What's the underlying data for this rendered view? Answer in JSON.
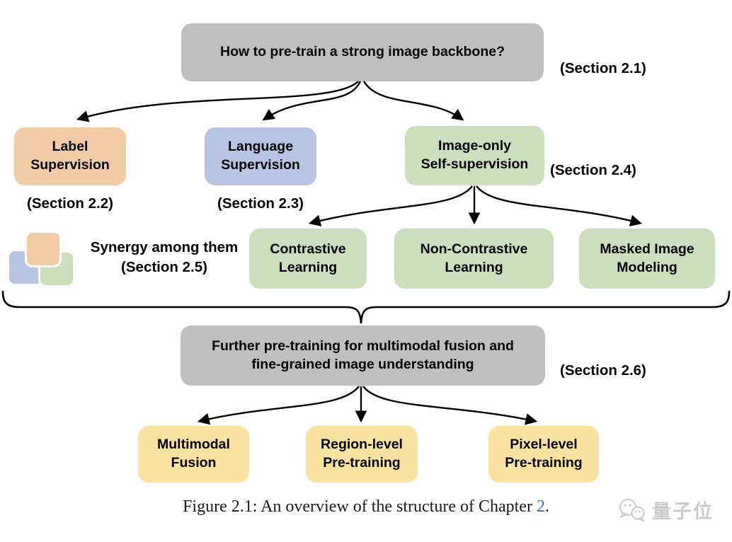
{
  "figure": {
    "root_question": {
      "label": "How to pre-train a strong image backbone?",
      "section": "(Section 2.1)"
    },
    "approaches": [
      {
        "id": "label-supervision",
        "label": "Label\nSupervision",
        "section": "(Section 2.2)",
        "color": "#F2CCA7"
      },
      {
        "id": "language-supervision",
        "label": "Language\nSupervision",
        "section": "(Section 2.3)",
        "color": "#B7C5E2"
      },
      {
        "id": "image-only-self-supervision",
        "label": "Image-only\nSelf-supervision",
        "section": "(Section 2.4)",
        "color": "#CBDFBD"
      }
    ],
    "synergy": {
      "label": "Synergy among them\n(Section 2.5)",
      "icon_colors": [
        "#F2CCA7",
        "#B7C5E2",
        "#CBDFBD"
      ]
    },
    "self_supervision_methods": [
      {
        "label": "Contrastive\nLearning"
      },
      {
        "label": "Non-Contrastive\nLearning"
      },
      {
        "label": "Masked Image\nModeling"
      }
    ],
    "further_pretraining": {
      "label": "Further pre-training for multimodal fusion and\nfine-grained image understanding",
      "section": "(Section 2.6)"
    },
    "fusion_methods": [
      {
        "label": "Multimodal\nFusion"
      },
      {
        "label": "Region-level\nPre-training"
      },
      {
        "label": "Pixel-level\nPre-training"
      }
    ],
    "caption": {
      "prefix": "Figure 2.1: An overview of the structure of Chapter ",
      "link": "2",
      "suffix": "."
    },
    "watermark": {
      "text": "量子位"
    }
  },
  "colors": {
    "box_gray": "#BFBFBF",
    "box_orange": "#F2CCA7",
    "box_blue": "#B7C5E2",
    "box_green": "#CBDFBD",
    "box_yellow": "#FAE3A1",
    "arrow_black": "#000000",
    "caption_link_blue": "#3D6AAE",
    "watermark_gray": "#CBCBCB"
  }
}
